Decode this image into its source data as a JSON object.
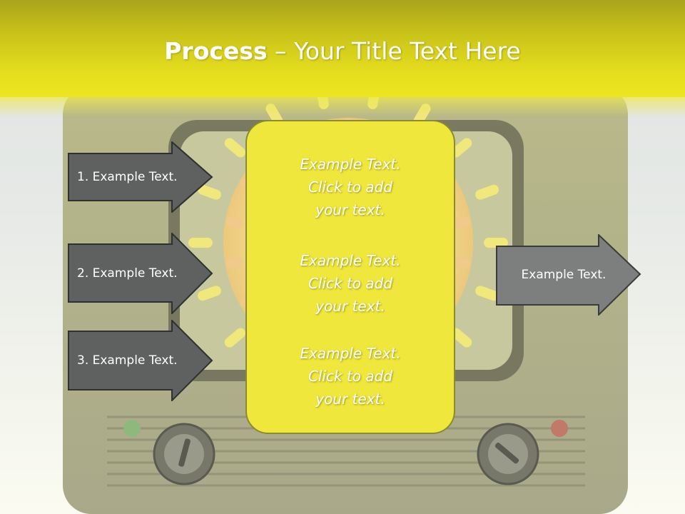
{
  "slide": {
    "title_bold": "Process",
    "title_rest": " – Your Title Text Here"
  },
  "left_arrows": [
    {
      "label": "1. Example Text."
    },
    {
      "label": "2. Example Text."
    },
    {
      "label": "3. Example Text."
    }
  ],
  "center_box": {
    "blocks": [
      "Example Text.\nClick  to add\nyour text.",
      "Example Text.\nClick  to add\nyour text.",
      "Example Text.\nClick  to add\nyour text."
    ]
  },
  "right_arrow": {
    "label": "Example Text."
  },
  "colors": {
    "title_bar": "#e5de1e",
    "center_box_fill": "#efe73b",
    "left_arrow_fill": "#5f6060",
    "right_arrow_fill": "#7d7e7e"
  }
}
